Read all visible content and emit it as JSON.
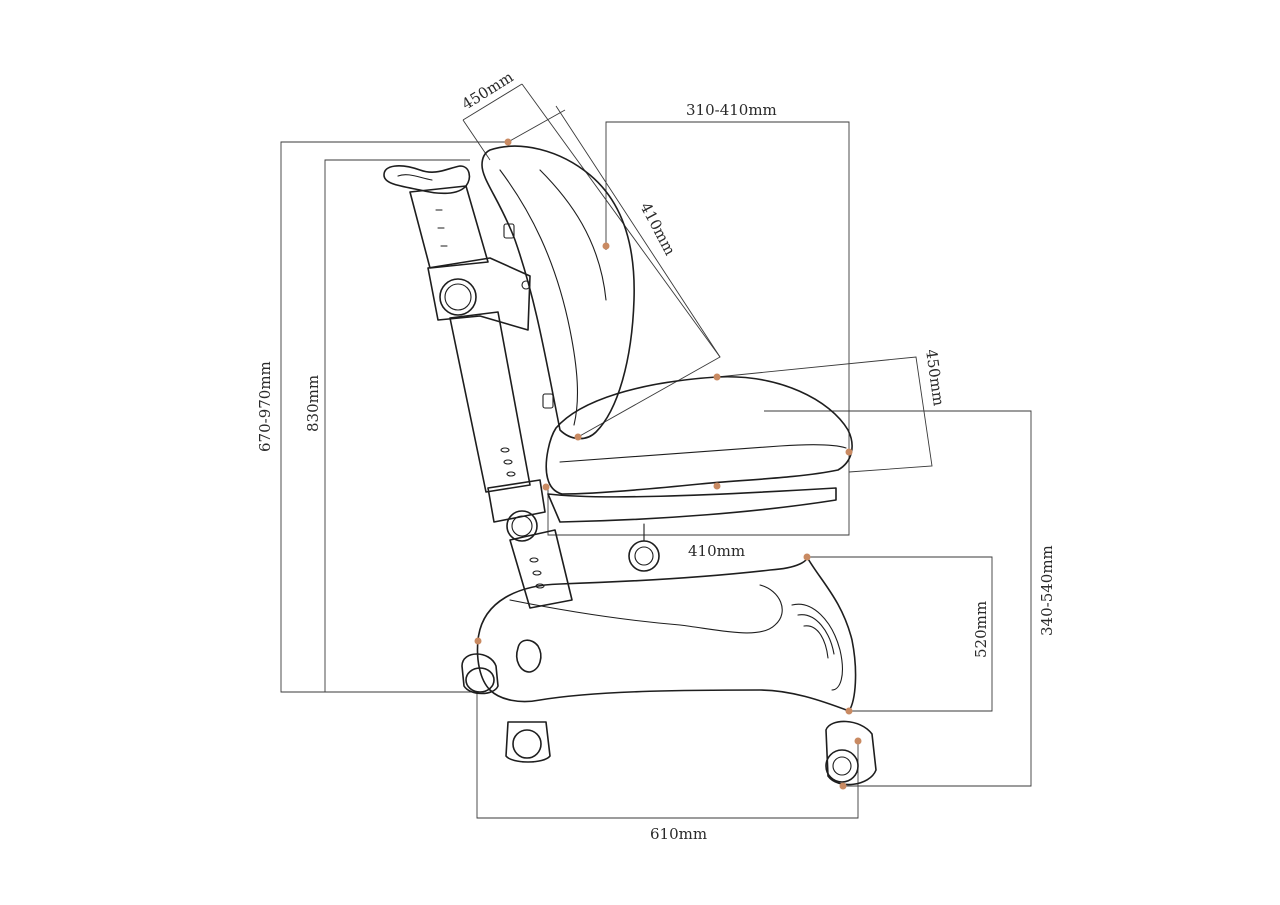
{
  "dimensions": {
    "backrest_width": "450mm",
    "seat_to_back_depth": "310-410mm",
    "backrest_height": "410mm",
    "seat_width": "450mm",
    "total_height_range": "670-970mm",
    "back_height": "830mm",
    "seat_depth": "410mm",
    "seat_height_range": "340-540mm",
    "base_height": "520mm",
    "base_length": "610mm"
  },
  "colors": {
    "line": "#1e1e1e",
    "dimension_line": "#3a3a3a",
    "marker": "#c98a62",
    "background": "#ffffff"
  }
}
